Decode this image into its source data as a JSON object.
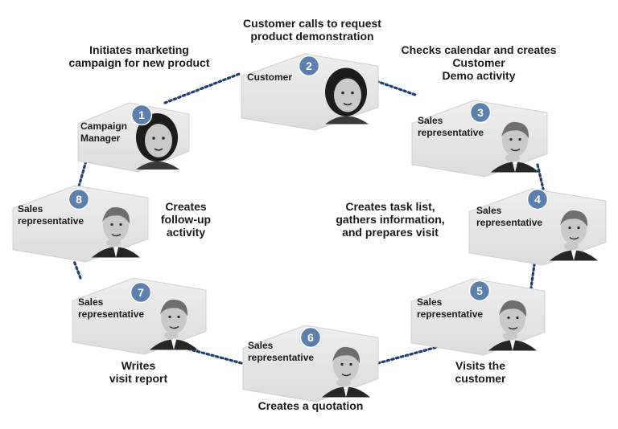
{
  "steps": [
    {
      "num": "1",
      "role": [
        "Campaign",
        "Manager"
      ],
      "action": [
        "Initiates marketing",
        "campaign for new product"
      ],
      "avatar": "woman-portrait"
    },
    {
      "num": "2",
      "role": [
        "Customer"
      ],
      "action": [
        "Customer calls to request",
        "product demonstration"
      ],
      "avatar": "woman-portrait"
    },
    {
      "num": "3",
      "role": [
        "Sales",
        "representative"
      ],
      "action": [
        "Checks calendar and creates",
        "Customer",
        "Demo activity"
      ],
      "avatar": "man-portrait"
    },
    {
      "num": "4",
      "role": [
        "Sales",
        "representative"
      ],
      "action": [
        "Creates task list,",
        "gathers information,",
        "and prepares visit"
      ],
      "avatar": "man-portrait"
    },
    {
      "num": "5",
      "role": [
        "Sales",
        "representative"
      ],
      "action": [
        "Visits the",
        "customer"
      ],
      "avatar": "man-portrait"
    },
    {
      "num": "6",
      "role": [
        "Sales",
        "representative"
      ],
      "action": [
        "Creates a quotation"
      ],
      "avatar": "man-portrait"
    },
    {
      "num": "7",
      "role": [
        "Sales",
        "representative"
      ],
      "action": [
        "Writes",
        "visit report"
      ],
      "avatar": "man-portrait"
    },
    {
      "num": "8",
      "role": [
        "Sales",
        "representative"
      ],
      "action": [
        "Creates",
        "follow-up",
        "activity"
      ],
      "avatar": "man-portrait"
    }
  ],
  "colors": {
    "badge": "#5b80ad",
    "connector": "#1f3f73",
    "hexagon": "#e6e6e6",
    "hexagon_edge": "#d0d0d0"
  }
}
